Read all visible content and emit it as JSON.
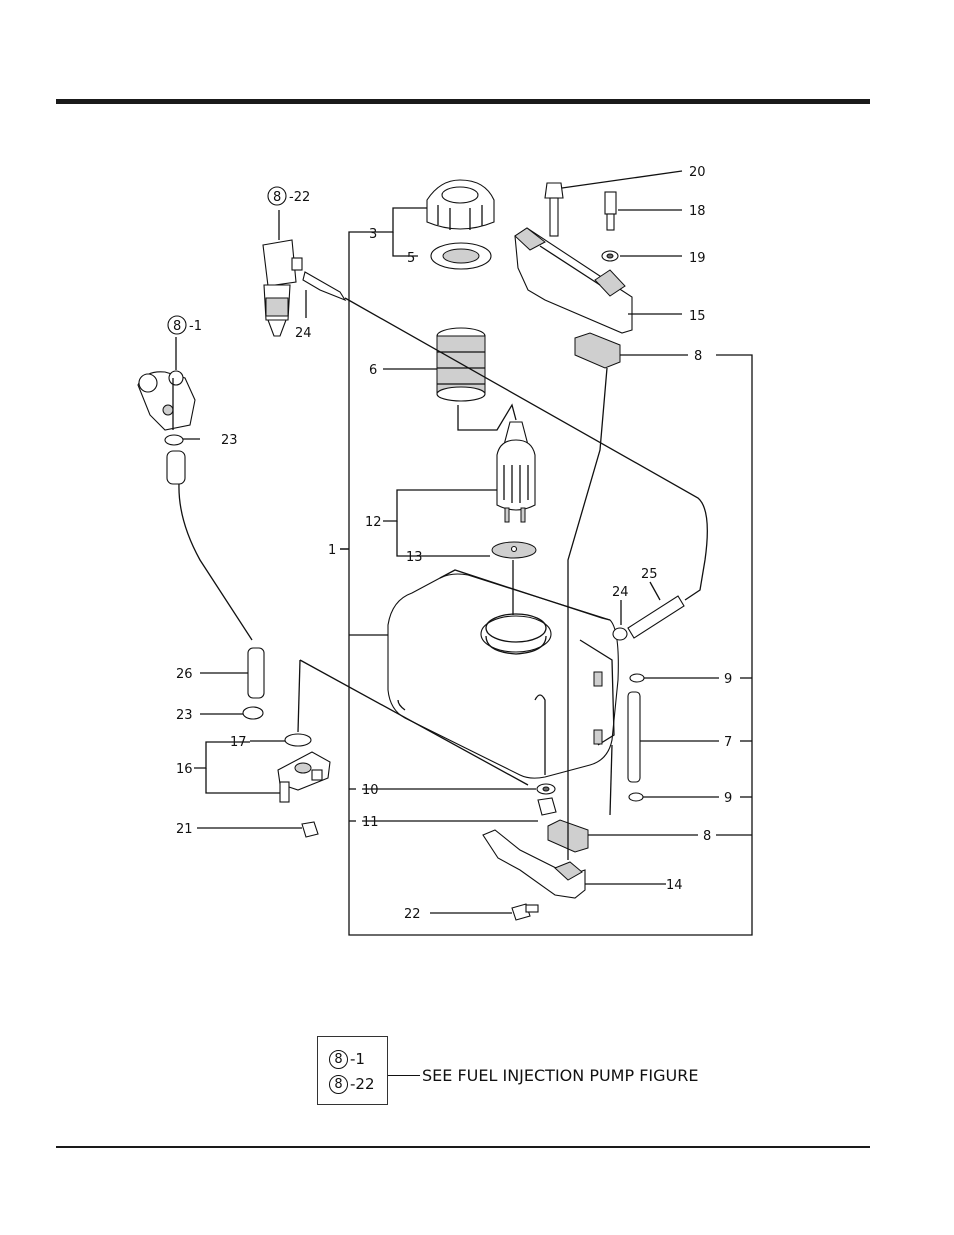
{
  "callouts": {
    "c1": "1",
    "c3": "3",
    "c5": "5",
    "c6": "6",
    "c7": "7",
    "c8a": "8",
    "c8b": "8",
    "c9a": "9",
    "c9b": "9",
    "c10": "10",
    "c11": "11",
    "c12": "12",
    "c13": "13",
    "c14": "14",
    "c15": "15",
    "c16": "16",
    "c17": "17",
    "c18": "18",
    "c19": "19",
    "c20": "20",
    "c21": "21",
    "c22": "22",
    "c23a": "23",
    "c23b": "23",
    "c24a": "24",
    "c24b": "24",
    "c25": "25",
    "c26": "26",
    "ref_top_num": "8",
    "ref_top_suffix": "-22",
    "ref_left_num": "8",
    "ref_left_suffix": "-1"
  },
  "legend": {
    "row1_num": "8",
    "row1_suffix": "-1",
    "row2_num": "8",
    "row2_suffix": "-22",
    "text": "SEE FUEL INJECTION PUMP FIGURE"
  }
}
